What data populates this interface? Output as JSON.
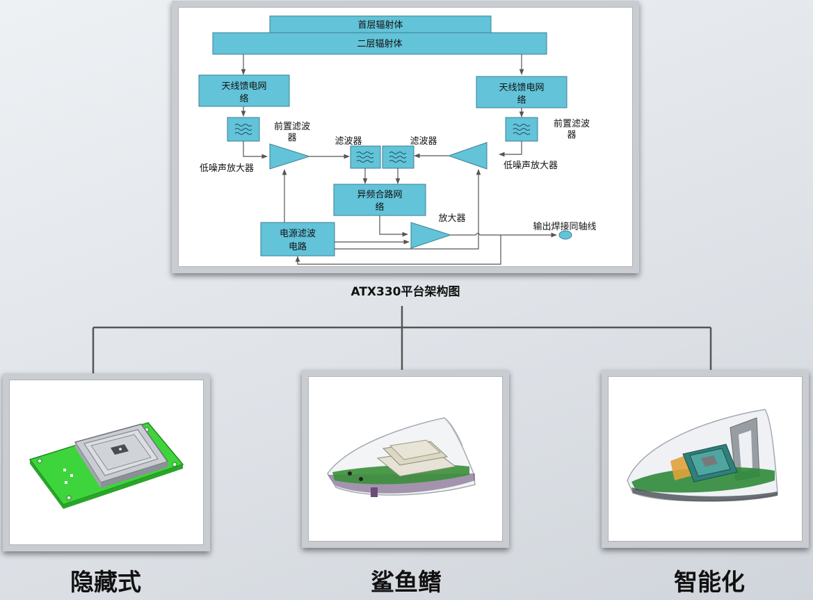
{
  "diagram": {
    "boxes": {
      "top_radiator": "首层辐射体",
      "second_radiator": "二层辐射体",
      "feed_left": [
        "天线馈电网",
        "络"
      ],
      "feed_right": [
        "天线馈电网",
        "络"
      ],
      "combiner": [
        "异频合路网",
        "络"
      ],
      "power_filter": [
        "电源滤波",
        "电路"
      ]
    },
    "labels": {
      "prefilter_left": [
        "前置滤波",
        "器"
      ],
      "prefilter_right": [
        "前置滤波",
        "器"
      ],
      "filter_left": "滤波器",
      "filter_right": "滤波器",
      "lna_left": "低噪声放大器",
      "lna_right": "低噪声放大器",
      "amplifier": "放大器",
      "output": "输出焊接同轴线"
    },
    "caption": "ATX330平台架构图"
  },
  "products": [
    {
      "name": "隐藏式"
    },
    {
      "name": "鲨鱼鳍"
    },
    {
      "name": "智能化"
    }
  ],
  "colors": {
    "box_fill": "#62c3d9",
    "box_stroke": "#3f7f93",
    "line": "#555555",
    "pcb_green": "#3ed43c"
  }
}
